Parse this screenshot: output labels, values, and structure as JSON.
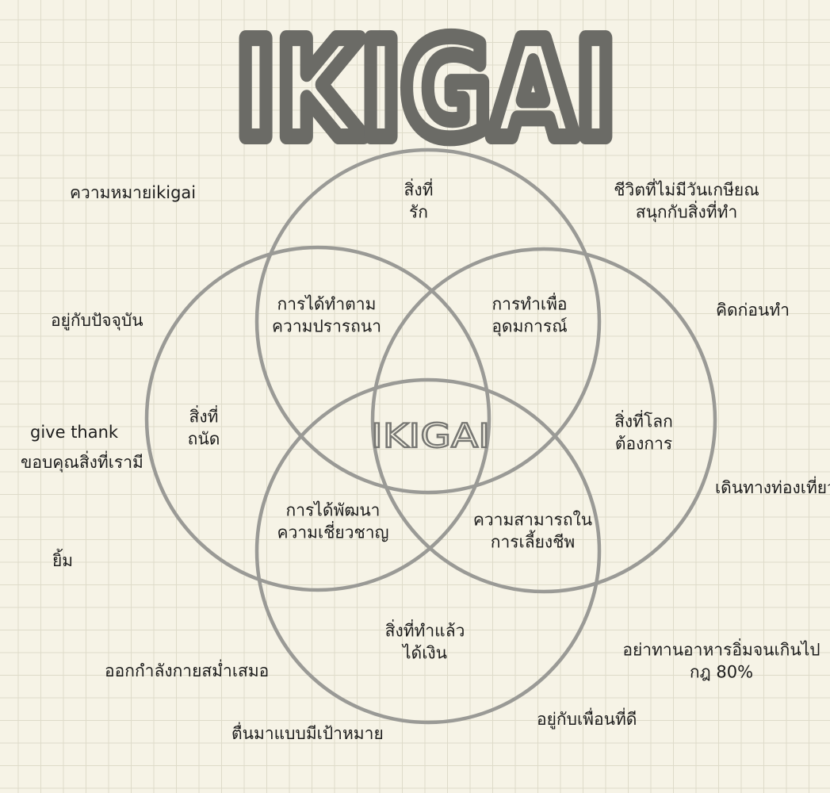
{
  "title": "IKIGAI",
  "center": "IKIGAI",
  "circles": {
    "top": [
      "สิ่งที่",
      "รัก"
    ],
    "left": [
      "สิ่งที่",
      "ถนัด"
    ],
    "right": [
      "สิ่งที่โลก",
      "ต้องการ"
    ],
    "bottom": [
      "สิ่งที่ทำแล้ว",
      "ได้เงิน"
    ]
  },
  "overlaps": {
    "top_left": [
      "การได้ทำตาม",
      "ความปรารถนา"
    ],
    "top_right": [
      "การทำเพื่อ",
      "อุดมการณ์"
    ],
    "bottom_left": [
      "การได้พัฒนา",
      "ความเชี่ยวชาญ"
    ],
    "bottom_right": [
      "ความสามารถใน",
      "การเลี้ยงชีพ"
    ]
  },
  "notes": [
    "ความหมายikigai",
    "อยู่กับปัจจุบัน",
    "give thank",
    "ขอบคุณสิ่งที่เรามี",
    "ยิ้ม",
    "ออกกำลังกายสม่ำเสมอ",
    "ตื่นมาแบบมีเป้าหมาย",
    "อยู่กับเพื่อนที่ดี",
    "อย่าทานอาหารอิ่มจนเกินไป",
    "กฎ 80%",
    "เดินทางท่องเที่ยว",
    "คิดก่อนทำ",
    "ชีวิตที่ไม่มีวันเกษียณ",
    "สนุกกับสิ่งที่ทำ"
  ]
}
